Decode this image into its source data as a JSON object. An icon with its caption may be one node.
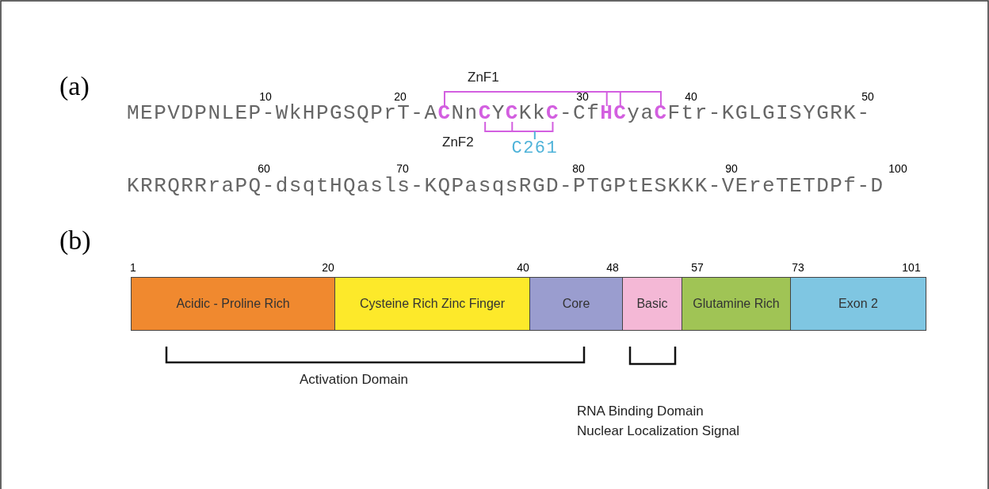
{
  "diagram": {
    "nodes": [
      {
        "text": [
          "Acidic - Proline Rich"
        ]
      },
      {
        "text": [
          "Cysteine Rich Zinc Finger"
        ]
      },
      {
        "text": [
          "Core"
        ]
      },
      {
        "text": [
          "Basic"
        ]
      },
      {
        "text": [
          "Glutamine Rich"
        ]
      },
      {
        "text": [
          "Exon 2"
        ]
      }
    ],
    "labels": [
      "(a)",
      "10",
      "20",
      "ZnF1",
      "30",
      "40",
      "50",
      "MEPVDPNLEP-WkHPGSQPrT-ACNnCYCKkC-CfHCyaCFtr-KGLGISYGRK-",
      "ZnF2",
      "C261",
      "60",
      "70",
      "80",
      "90",
      "100",
      "KRRQRRraPQ-dsqtHQasls-KQPasqsRGD-PTGPtESKKK-VEreTETDPf-D",
      "(b)",
      "1",
      "20",
      "40",
      "48",
      "57",
      "73",
      "101",
      "Activation Domain",
      "RNA Binding Domain",
      "Nuclear Localization Signal"
    ]
  }
}
